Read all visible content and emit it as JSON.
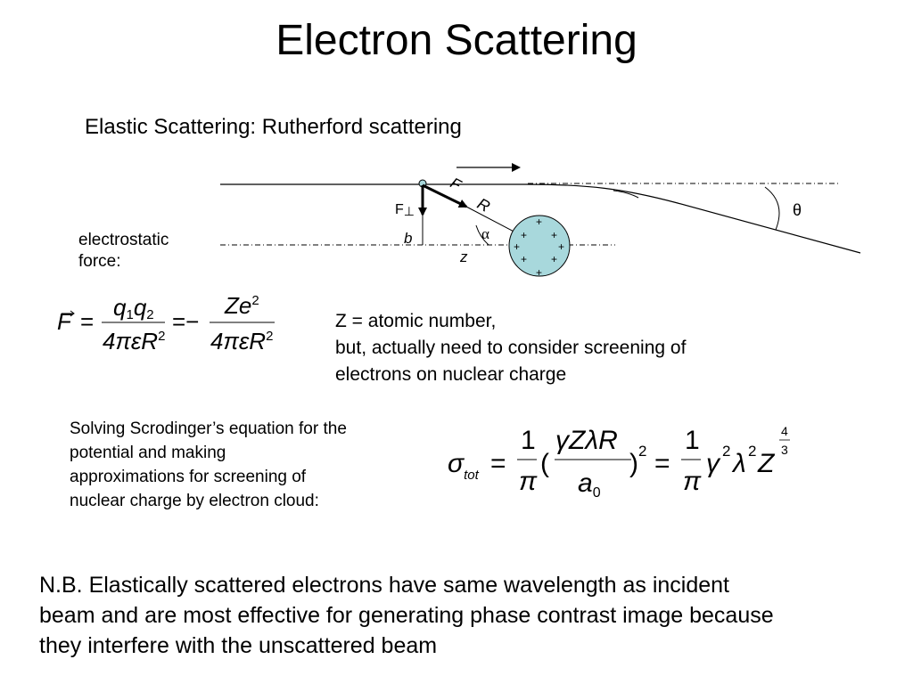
{
  "slide": {
    "title": "Electron Scattering",
    "subtitle": "Elastic Scattering:  Rutherford scattering",
    "side_label_line1": "electrostatic",
    "side_label_line2": "force:",
    "z_note": [
      "Z = atomic number,",
      "but, actually need to consider screening of",
      "electrons on nuclear charge"
    ],
    "solving_text": [
      "Solving Scrodinger’s equation for the",
      "potential and making",
      "approximations for screening of",
      "nuclear charge by electron cloud:"
    ],
    "nb_text": [
      "N.B. Elastically scattered electrons have same wavelength as incident",
      "beam and are most effective for generating phase contrast image because",
      "they interfere with the unscattered beam"
    ]
  },
  "diagram": {
    "labels": {
      "F": "F",
      "R": "R",
      "F_perp": "F",
      "perp": "⊥",
      "b": "b",
      "alpha": "α",
      "z": "z",
      "theta": "θ"
    },
    "nucleus_charge_symbol": "+",
    "nucleus_color": "#a8d8dc"
  },
  "equations": {
    "force": {
      "F": "F",
      "eq": "=",
      "num1": "q",
      "sub1": "1",
      "num1b": "q",
      "sub2": "2",
      "den": "4πεR",
      "sup2": "2",
      "eq2": "=−",
      "num2": "Ze",
      "den2": "4πεR"
    },
    "sigma": {
      "sigma": "σ",
      "sub": "tot",
      "eq": "=",
      "one": "1",
      "pi": "π",
      "lp": "(",
      "num": "γZλR",
      "den": "a",
      "den_sub": "0",
      "rp": ")",
      "sq": "2",
      "eq2": "=",
      "gamma": "γ",
      "lambda": "λ",
      "Z": "Z",
      "exp_num": "4",
      "exp_den": "3"
    }
  }
}
